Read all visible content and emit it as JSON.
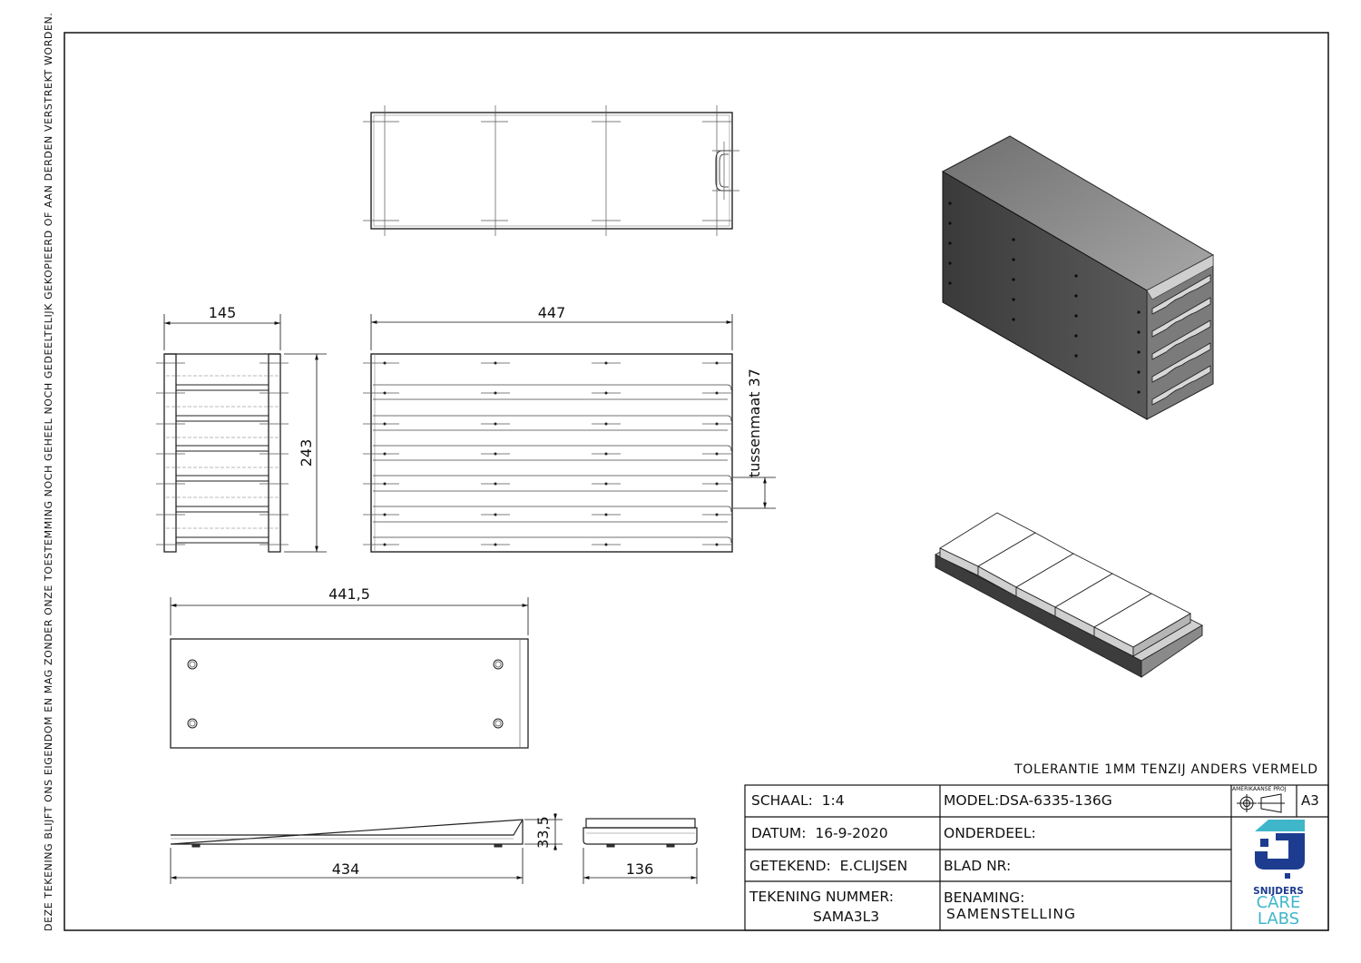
{
  "side_note": "DEZE TEKENING BLIJFT ONS EIGENDOM EN MAG ZONDER ONZE TOESTEMMING NOCH GEHEEL NOCH GEDEELTELIJK GEKOPIEERD OF AAN DERDEN VERSTREKT WORDEN.",
  "dimensions": {
    "width_side": "145",
    "length_front": "447",
    "height_side": "243",
    "pitch": "tussenmaat 37",
    "plate_length": "441,5",
    "plate_depth_len": "434",
    "plate_height": "33,5",
    "plate_width": "136"
  },
  "tolerance": "TOLERANTIE 1MM TENZIJ ANDERS VERMELD",
  "title_block": {
    "scale_label": "SCHAAL:",
    "scale_value": "1:4",
    "model_label": "MODEL:",
    "model_value": "DSA-6335-136G",
    "projection_label": "AMERIKAANSE PROJ",
    "sheet_size": "A3",
    "date_label": "DATUM:",
    "date_value": "16-9-2020",
    "part_label": "ONDERDEEL:",
    "drawn_label": "GETEKEND:",
    "drawn_value": "E.CLIJSEN",
    "sheet_no_label": "BLAD NR:",
    "drawing_no_label": "TEKENING NUMMER:",
    "drawing_no_value": "SAMA3L3",
    "name_label": "BENAMING:",
    "name_value": "SAMENSTELLING"
  },
  "logo": {
    "line1": "SNIJDERS",
    "line2": "CARE",
    "line3": "LABS",
    "color_dark": "#1d3c8f",
    "color_light": "#3fb6c9"
  }
}
